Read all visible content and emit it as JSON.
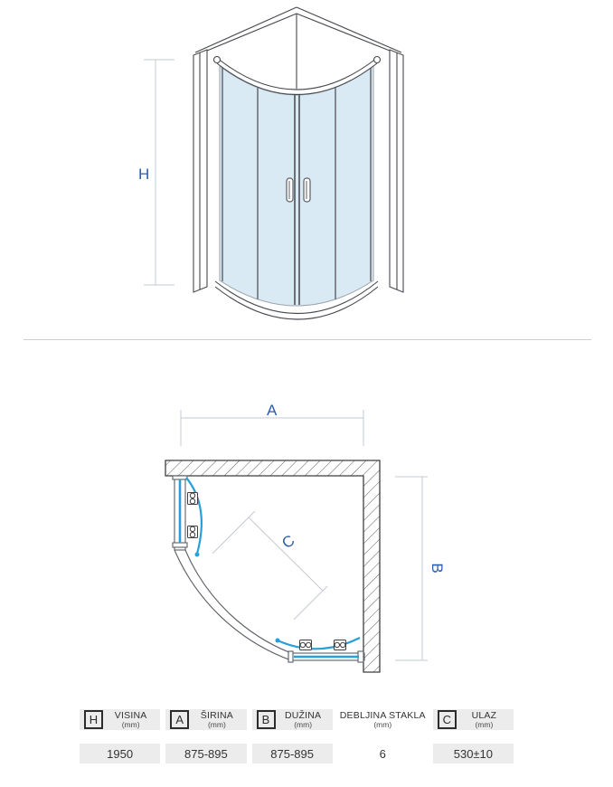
{
  "front_view": {
    "dim_h_label": "H"
  },
  "plan_view": {
    "dim_a_label": "A",
    "dim_b_label": "B",
    "dim_c_label": "C"
  },
  "table": {
    "columns": [
      {
        "letter": "H",
        "name": "VISINA",
        "unit": "(mm)",
        "value": "1950"
      },
      {
        "letter": "A",
        "name": "ŠIRINA",
        "unit": "(mm)",
        "value": "875-895"
      },
      {
        "letter": "B",
        "name": "DUŽINA",
        "unit": "(mm)",
        "value": "875-895"
      },
      {
        "letter": null,
        "name": "DEBLJINA STAKLA",
        "unit": "(mm)",
        "value": "6"
      },
      {
        "letter": "C",
        "name": "ULAZ",
        "unit": "(mm)",
        "value": "530±10"
      }
    ]
  },
  "colors": {
    "label_blue": "#2e5da9",
    "glass_fill": "#d9eaf4",
    "glass_edge_blue": "#27a0da",
    "dimension_line": "#c3c9d2",
    "drawing_line": "#46494e",
    "table_cell_bg": "#ececec"
  }
}
